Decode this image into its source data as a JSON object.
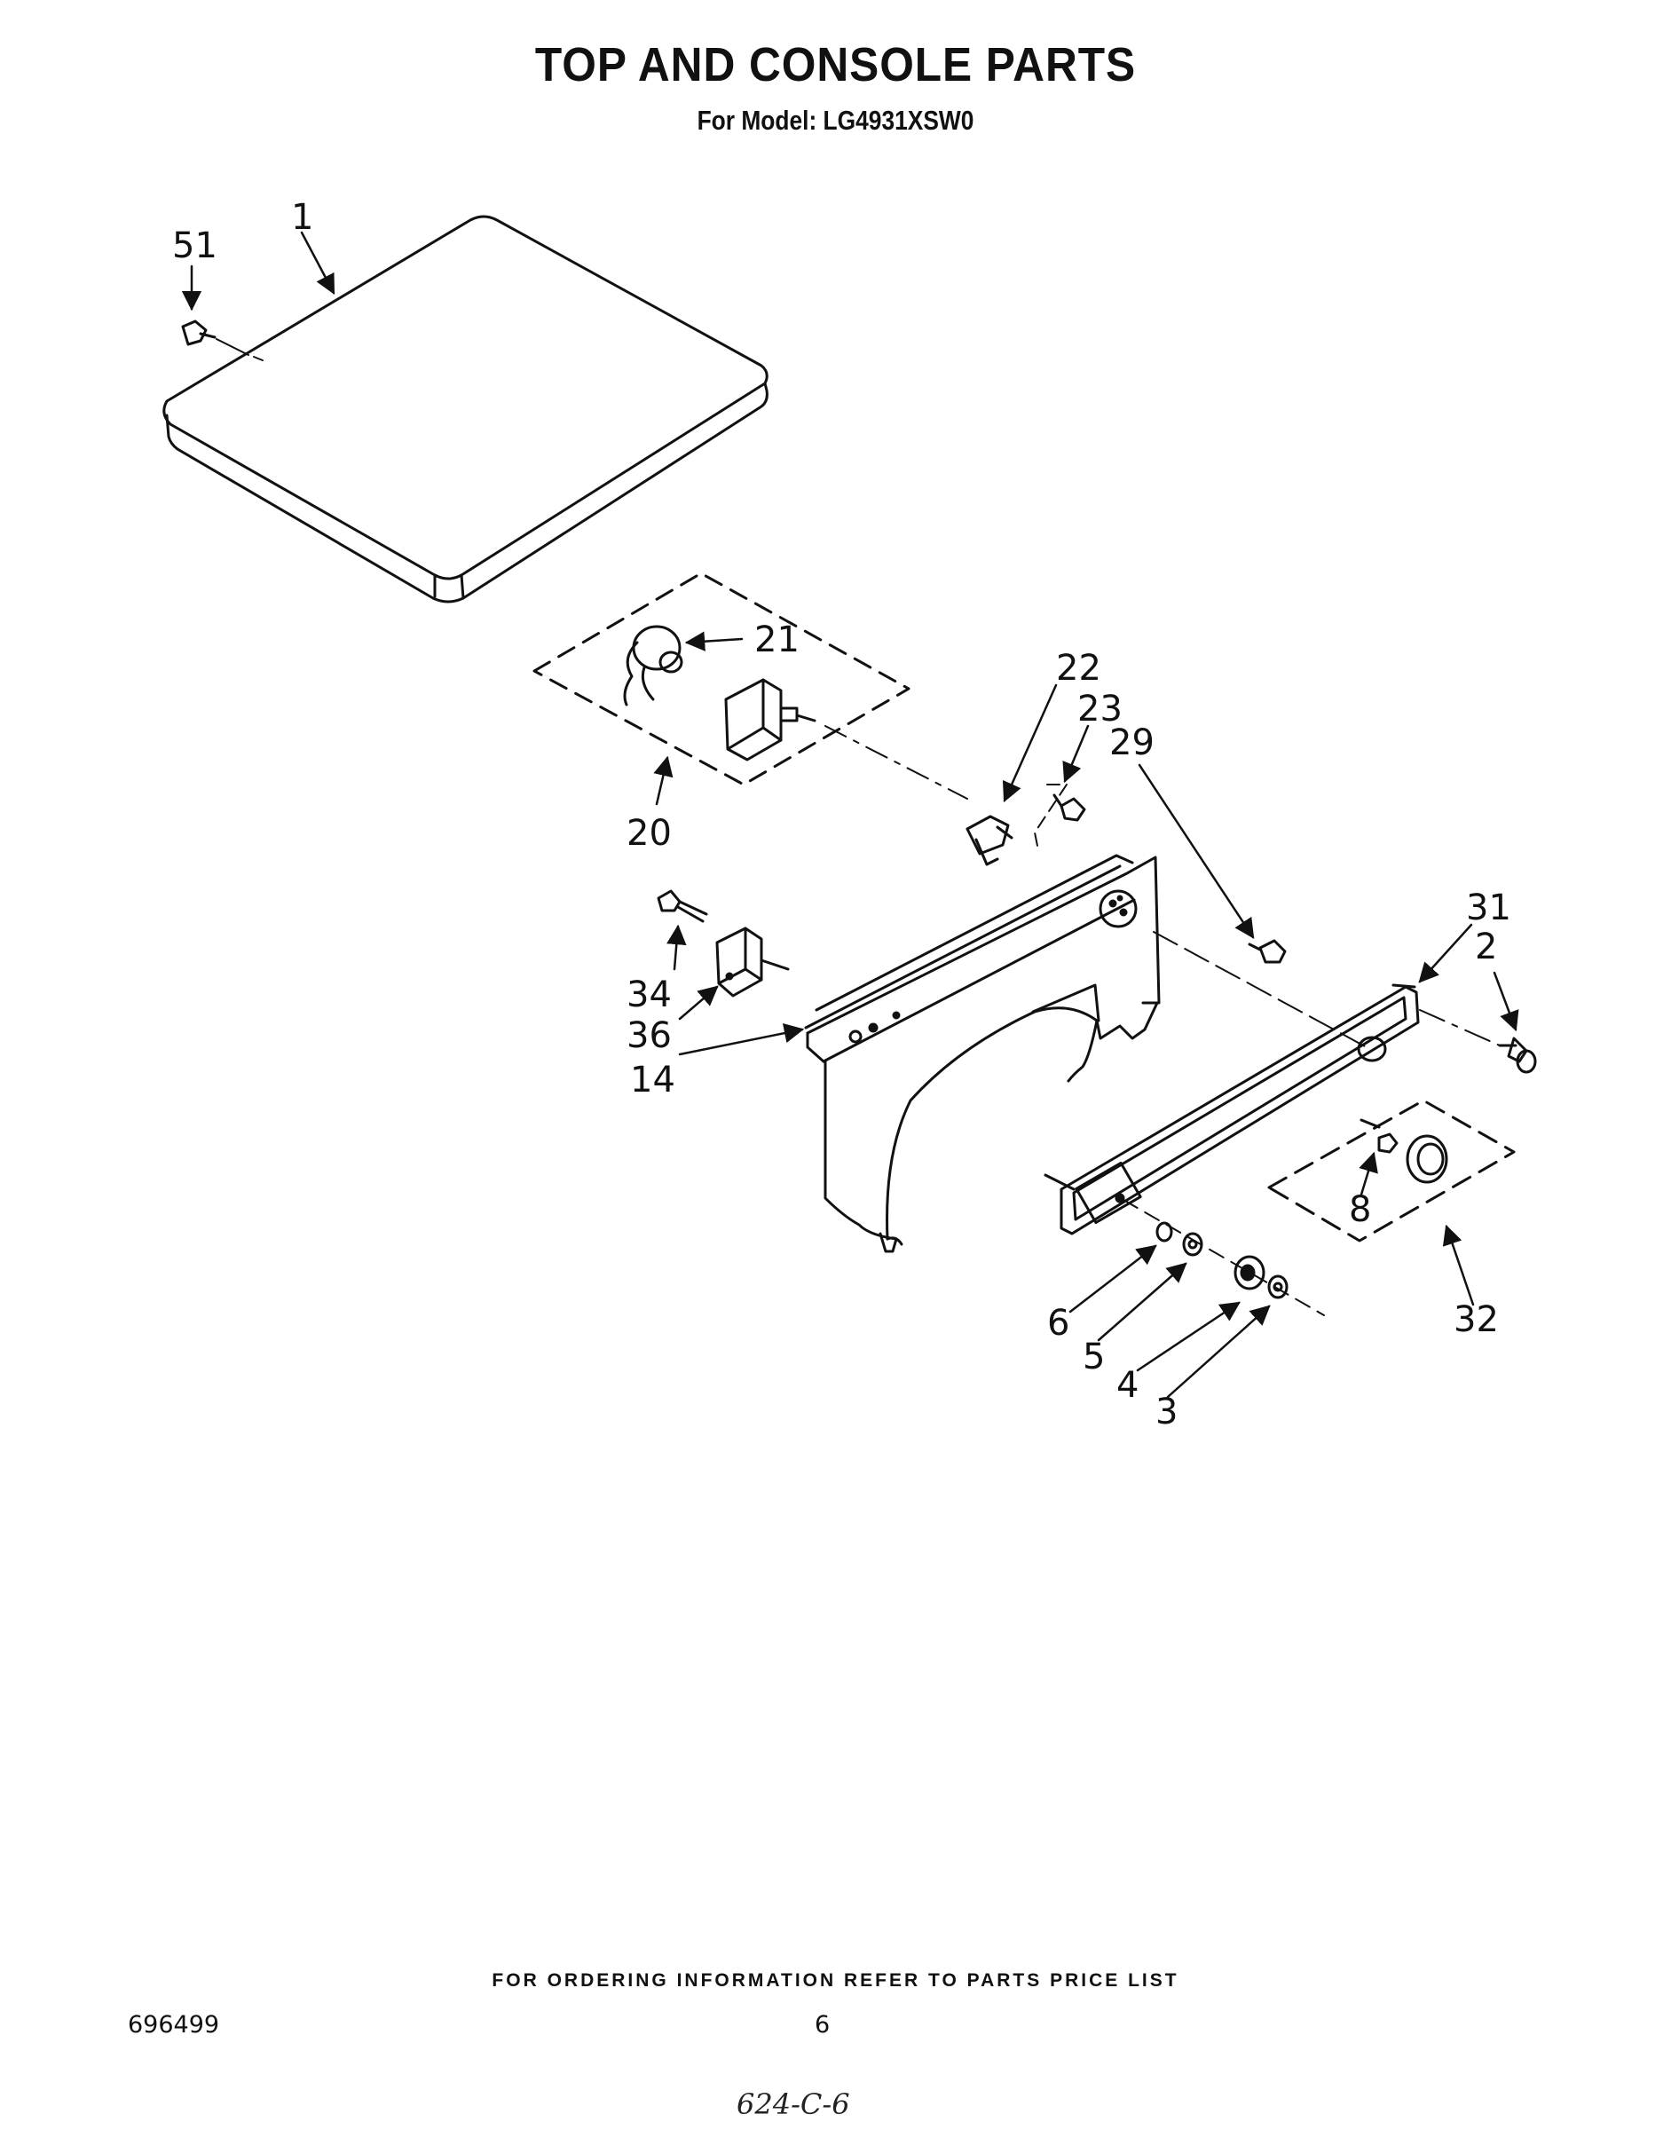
{
  "title": "TOP AND CONSOLE PARTS",
  "subtitle": "For Model: LG4931XSW0",
  "callouts": {
    "c1": "1",
    "c2": "2",
    "c3": "3",
    "c4": "4",
    "c5": "5",
    "c6": "6",
    "c8": "8",
    "c14": "14",
    "c20": "20",
    "c21": "21",
    "c22": "22",
    "c23": "23",
    "c29": "29",
    "c31": "31",
    "c32": "32",
    "c34": "34",
    "c36": "36",
    "c51": "51"
  },
  "footer": {
    "note": "FOR ORDERING INFORMATION REFER TO PARTS PRICE LIST",
    "doc_number": "696499",
    "page_number": "6",
    "handwritten_code": "624-C-6"
  }
}
